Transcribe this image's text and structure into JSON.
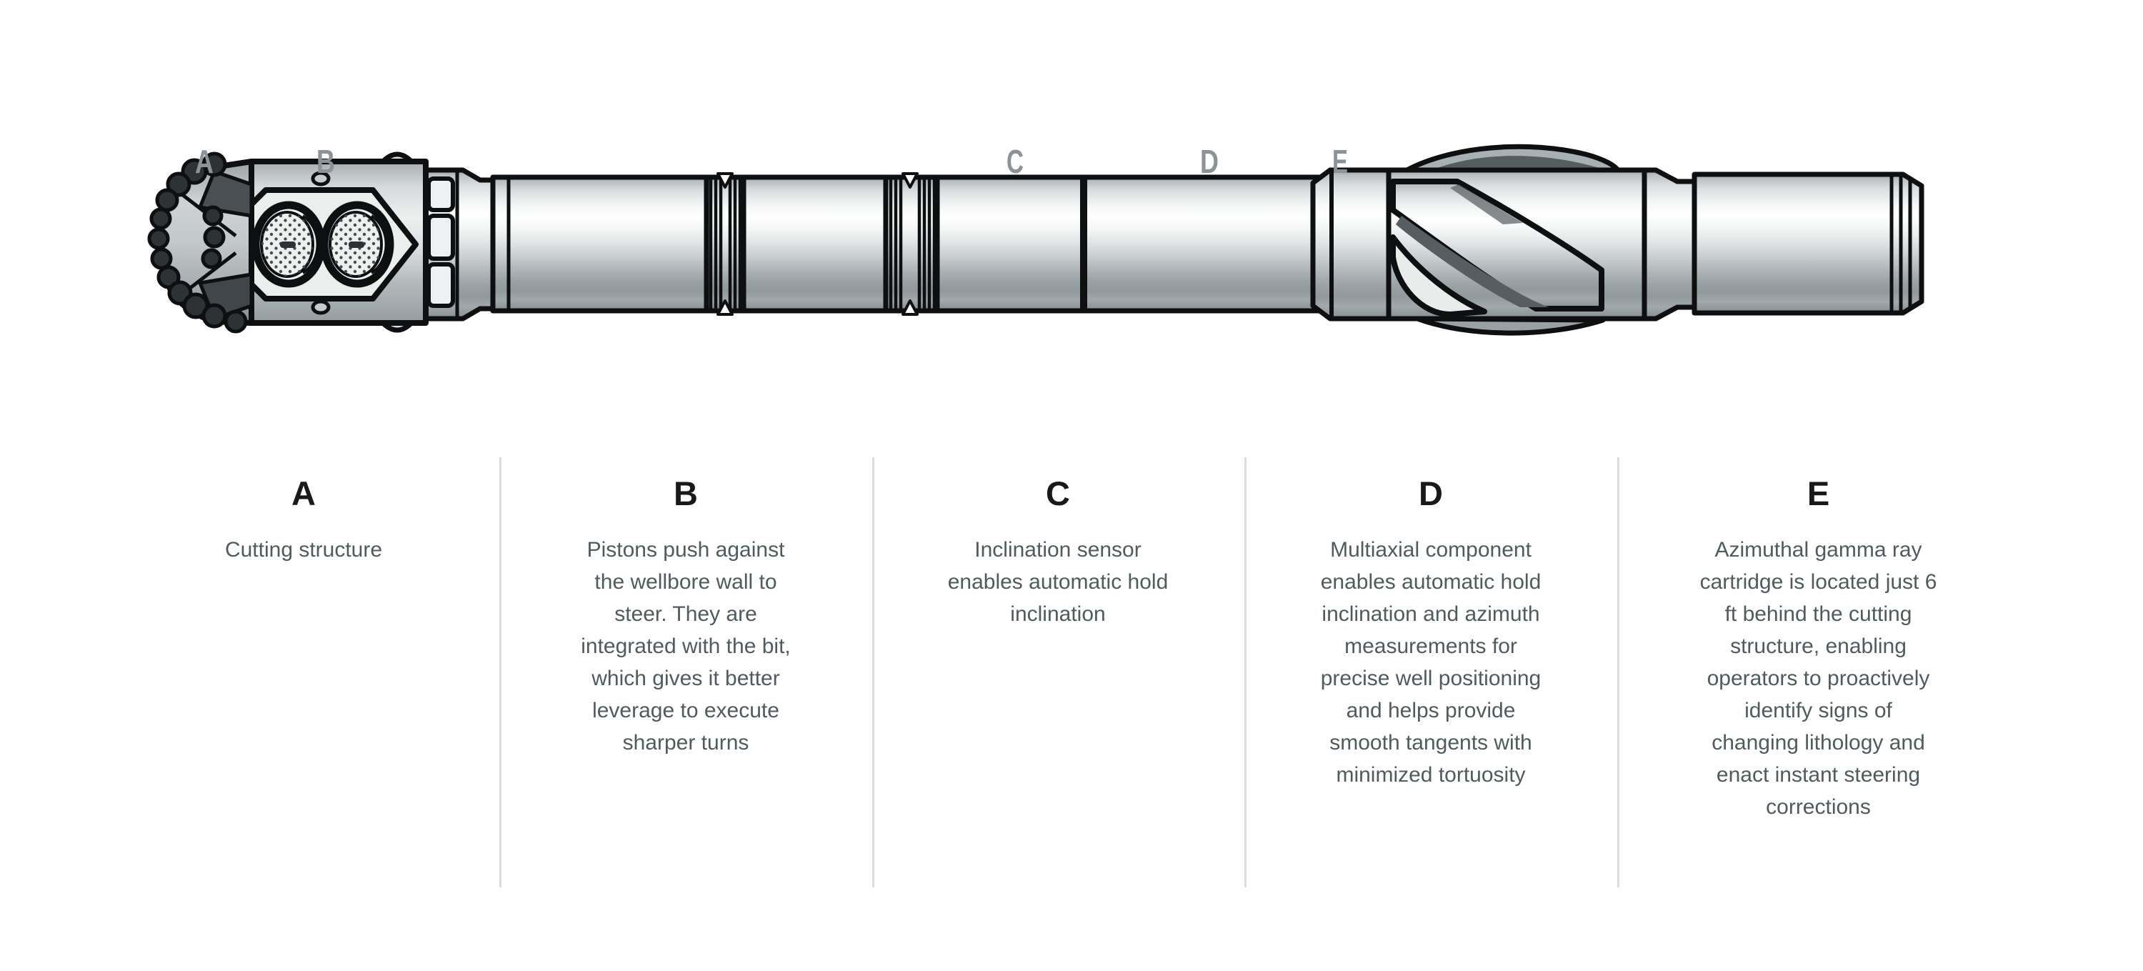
{
  "diagram": {
    "part_labels": [
      {
        "letter": "A"
      },
      {
        "letter": "B"
      },
      {
        "letter": "C"
      },
      {
        "letter": "D"
      },
      {
        "letter": "E"
      }
    ]
  },
  "legend": {
    "columns": [
      {
        "letter": "A",
        "description": "Cutting structure"
      },
      {
        "letter": "B",
        "description": "Pistons push against the wellbore wall to steer. They are integrated with the bit, which gives it better leverage to execute sharper turns"
      },
      {
        "letter": "C",
        "description": "Inclination sensor enables automatic hold inclination"
      },
      {
        "letter": "D",
        "description": "Multiaxial component enables automatic hold inclination and azimuth measurements for precise well positioning and helps provide smooth tangents with minimized tortuosity"
      },
      {
        "letter": "E",
        "description": "Azimuthal gamma ray cartridge is located just 6 ft behind the cutting structure, enabling operators to proactively identify signs of changing lithology and enact instant steering corrections"
      }
    ]
  },
  "colors": {
    "label_gray": "#8b9397",
    "heading": "#17191b",
    "body_text": "#4f5b5c",
    "divider": "#d9dddc",
    "outline": "#0d0f10"
  }
}
